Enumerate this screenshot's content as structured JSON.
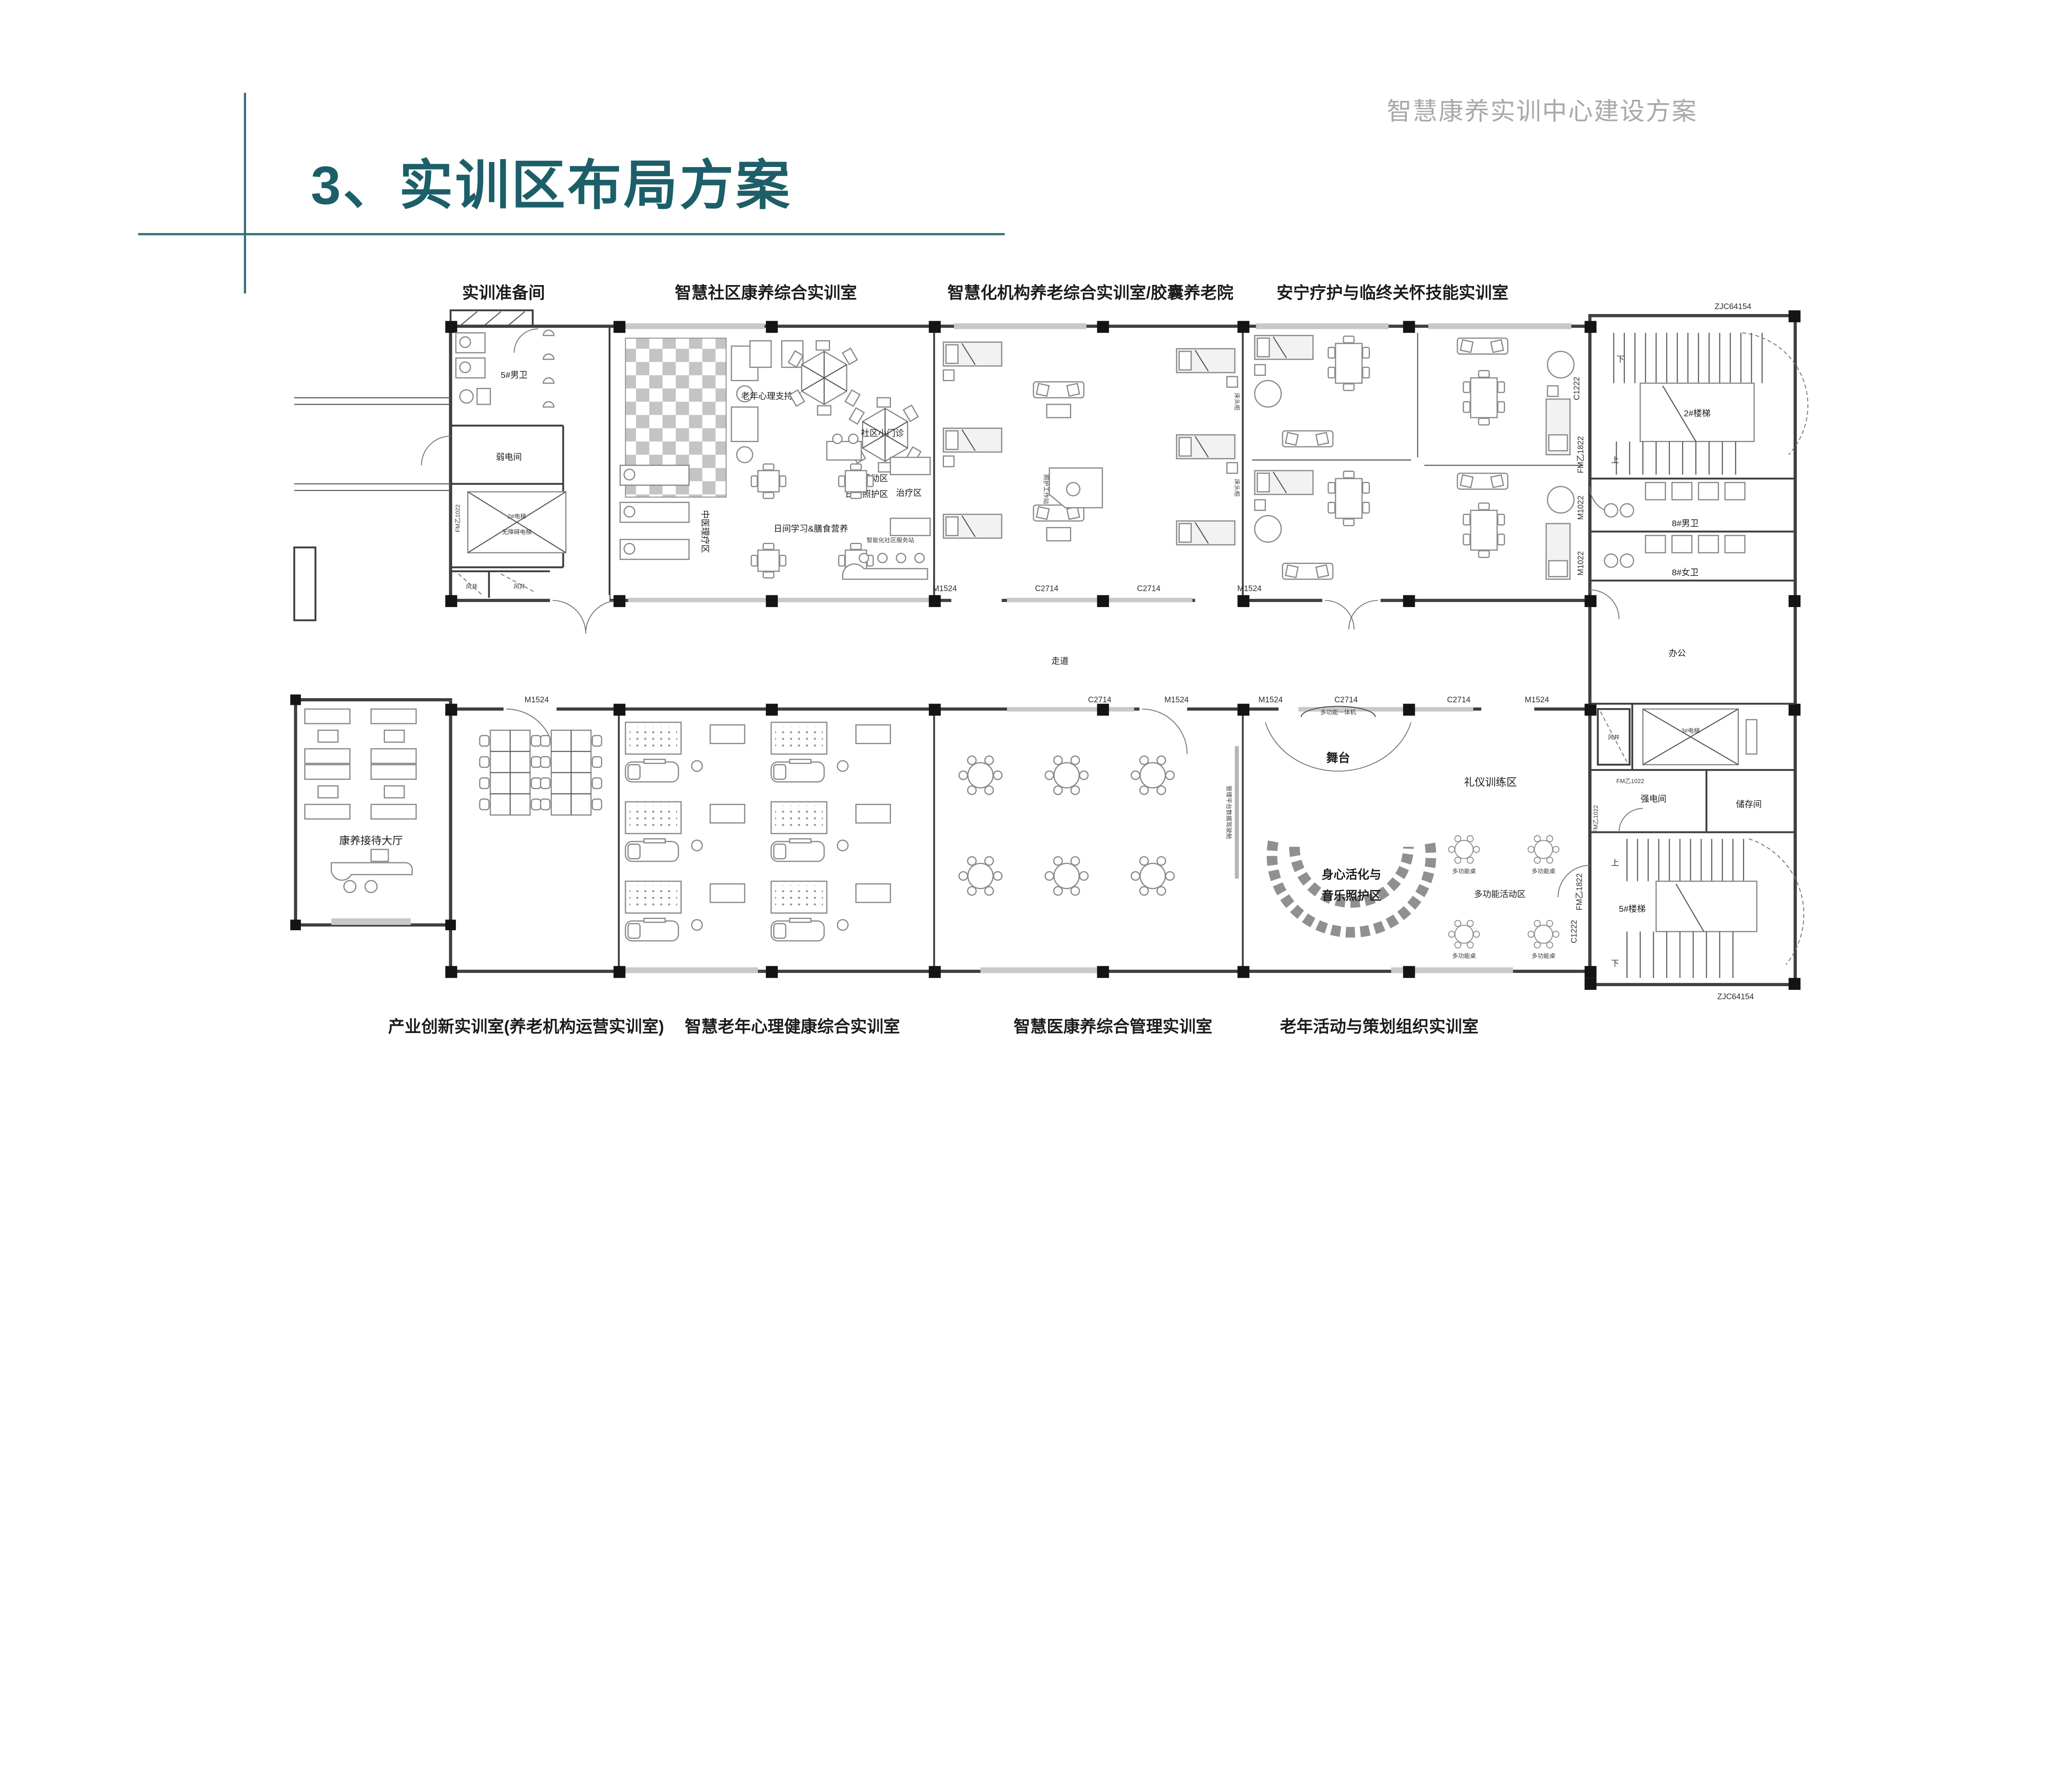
{
  "header": {
    "doc_label": "智慧康养实训中心建设方案"
  },
  "title": {
    "text": "3、实训区布局方案"
  },
  "colors": {
    "accent_teal": "#1d5f69",
    "line_teal": "#2e6e78",
    "header_gray": "#a9a9a9",
    "plan_line": "#3f3f3f"
  },
  "plan": {
    "rooms_top": [
      "实训准备间",
      "智慧社区康养综合实训室",
      "智慧化机构养老综合实训室/胶囊养老院",
      "安宁疗护与临终关怀技能实训室"
    ],
    "rooms_bottom": [
      "产业创新实训室(养老机构运营实训室)",
      "智慧老年心理健康综合实训室",
      "智慧医康养综合管理实训室",
      "老年活动与策划组织实训室"
    ],
    "prep": {
      "toilet": "5#男卫",
      "weak_power": "弱电间",
      "elevator_line1": "2#电梯",
      "elevator_line2": "无障碍电梯",
      "shaft": "风井",
      "fire_door": "FM乙1022"
    },
    "community": {
      "psych": "老年心理支持区",
      "fitness": "康体活动区",
      "daycare": "日间照护区",
      "tcm": "中医理疗区",
      "learning": "日间学习&膳食营养",
      "clinic": "社区小门诊",
      "treatment": "治疗区",
      "station": "智能化社区服务站"
    },
    "agency": {
      "workstation": "照护工作站",
      "bedside": "床头柜"
    },
    "corridor": {
      "label": "走道"
    },
    "codes": {
      "m1524": "M1524",
      "c2714": "C2714",
      "c1222": "C1222",
      "m1022": "M1022",
      "fm1022": "FM乙1022",
      "fm1822": "FM乙1822",
      "zjc": "ZJC64154"
    },
    "activity": {
      "machine": "多功能一体机",
      "stage": "舞台",
      "zone1": "身心活化与",
      "zone2": "音乐照护区",
      "etiquette": "礼仪训练区",
      "multi_zone": "多功能活动区",
      "multi_table": "多功能桌"
    },
    "management": {
      "cockpit": "管理平台数据驾驶舱"
    },
    "reception": {
      "hall": "康养接待大厅"
    },
    "tower": {
      "stair2": "2#楼梯",
      "stair5": "5#楼梯",
      "up": "上",
      "down": "下",
      "men": "8#男卫",
      "women": "8#女卫",
      "office": "办公",
      "shaft": "风井",
      "elevator3": "3#电梯",
      "strong_power": "强电间",
      "storage": "储存间"
    }
  }
}
